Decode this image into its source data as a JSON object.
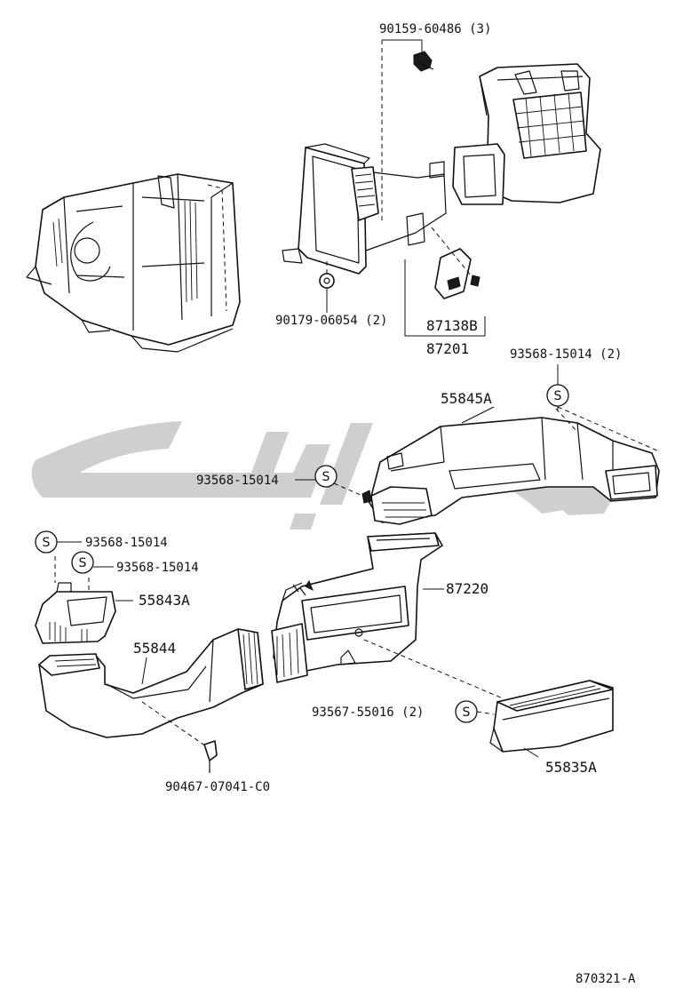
{
  "diagram_id": "870321-A",
  "watermark": {
    "description": "faint gray Persian logotype",
    "color": "#cfcfcf"
  },
  "seal_symbol": "S",
  "labels": {
    "bolt_top": "90159-60486 (3)",
    "nut": "90179-06054 (2)",
    "resistor": "87138B",
    "blower_assy": "87201",
    "screw_right_top": "93568-15014 (2)",
    "duct_upper": "55845A",
    "screw_mid": "93568-15014",
    "screw_left_1": "93568-15014",
    "screw_left_2": "93568-15014",
    "duct_small": "55843A",
    "duct_lower_left": "55844",
    "heater_duct": "87220",
    "screw_lower": "93567-55016 (2)",
    "register": "55835A",
    "clip": "90467-07041-C0"
  }
}
